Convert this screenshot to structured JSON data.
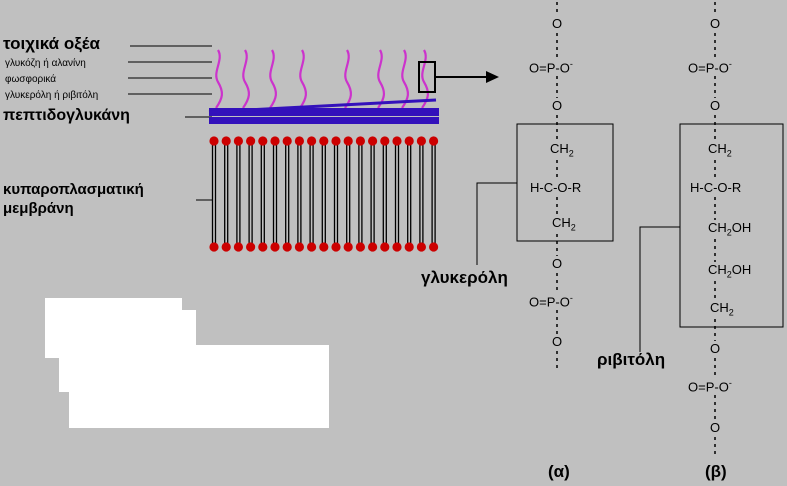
{
  "labels": {
    "teichoic": "τοιχικά οξέα",
    "glucose_alanine": "γλυκόζη ή αλανίνη",
    "phosphoric": "φωσφορικά",
    "glycerol_ribitol": "γλυκερόλη ή ριβιτόλη",
    "peptidoglycan": "πεπτιδογλυκάνη",
    "membrane_line1": "κυπαροπλασματική",
    "membrane_line2": "μεμβράνη",
    "glycerol": "γλυκερόλη",
    "ribitol": "ριβιτόλη",
    "panel_a": "(α)",
    "panel_b": "(β)"
  },
  "chem": {
    "O": "O",
    "OPO": "O=P-O",
    "minus": "-",
    "CH2": "CH",
    "sub2": "2",
    "HCOR": "H-C-O-R",
    "CH2OH_a": "CH",
    "CH2OH_b": "OH"
  },
  "colors": {
    "background": "#c0c0c0",
    "teichoic_chains": "#cc33cc",
    "peptidoglycan": "#3311bb",
    "lipid_heads": "#cc0000",
    "lipid_tails": "#000000"
  }
}
